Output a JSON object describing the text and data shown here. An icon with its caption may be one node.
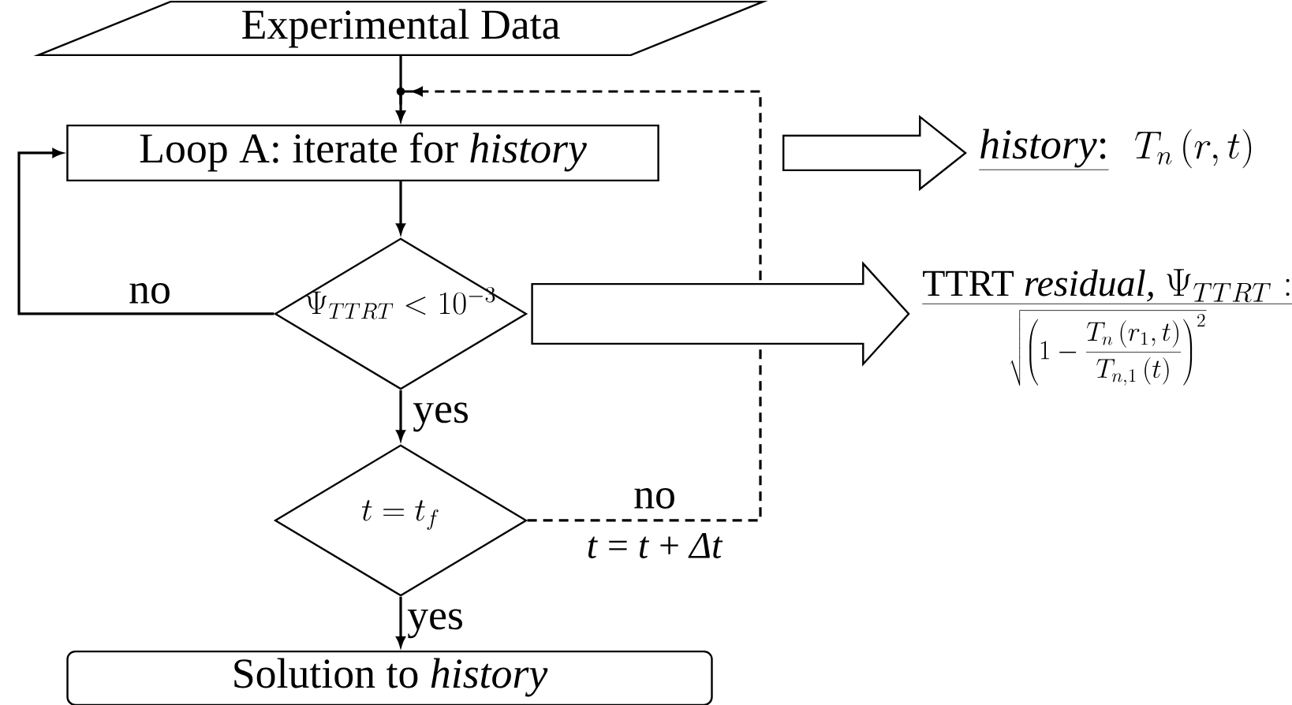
{
  "diagram": {
    "nodes": [
      {
        "text": [
          "Experimental Data"
        ]
      },
      {
        "text": [
          "Loop A: iterate for *history*"
        ]
      },
      {
        "text": [
          "\\Psi_{TTRT}<10^{-3}"
        ]
      },
      {
        "text": [
          "t=t_{f}"
        ]
      },
      {
        "text": [
          "Solution to *history*"
        ]
      },
      {
        "text": [
          "*history*:",
          "T_{n}\\left(r,t\\right)"
        ]
      },
      {
        "text": [
          "TTRT *residual,*",
          "\\Psi_{TTRT}:",
          "\\sqrt{\\left(1-\\frac{T_{n}\\left(r_{1},t\\right)}{T_{n,1}\\left(t\\right)}\\right)^{2}}"
        ]
      }
    ],
    "edges": [
      {
        "from": 0,
        "to": 1,
        "arrow": "to"
      },
      {
        "from": 1,
        "to": 2,
        "arrow": "to"
      },
      {
        "from": 2,
        "to": 3,
        "arrow": "to",
        "label": "yes"
      },
      {
        "from": 3,
        "to": 4,
        "arrow": "to",
        "label": "yes"
      },
      {
        "from": 2,
        "to": 1,
        "arrow": "to",
        "label": "no"
      },
      {
        "from": 3,
        "to": 1,
        "arrow": "to",
        "label": "no",
        "style": "dashed"
      },
      {
        "from": 1,
        "to": 5,
        "arrow": "to",
        "style": "thick"
      },
      {
        "from": 2,
        "to": 6,
        "arrow": "to",
        "style": "thick"
      }
    ],
    "labels": [
      "*t* = *t* + *Δt*"
    ]
  }
}
